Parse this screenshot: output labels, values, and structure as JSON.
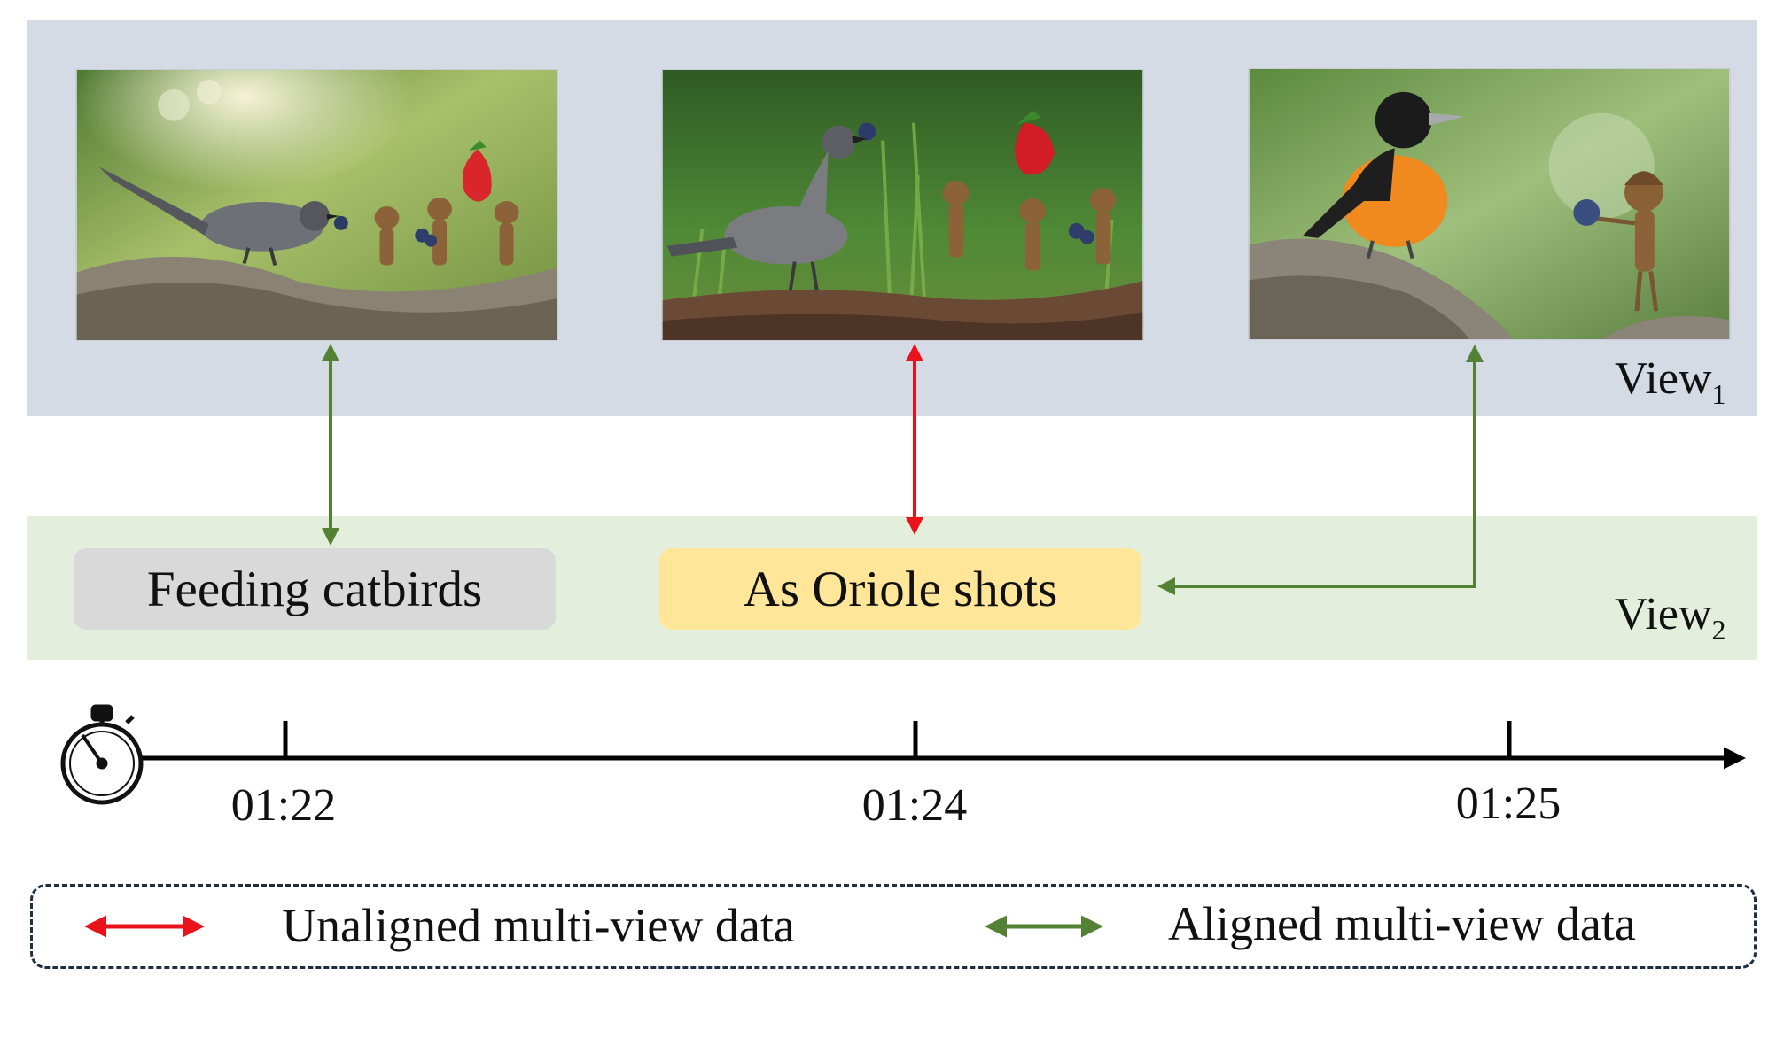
{
  "view1": {
    "label": "View",
    "label_sub": "1",
    "photos": [
      {
        "name": "photo-feeding-catbird-blueberry"
      },
      {
        "name": "photo-catbird-holding-blueberry"
      },
      {
        "name": "photo-oriole-with-acorn-figure"
      }
    ]
  },
  "view2": {
    "label": "View",
    "label_sub": "2",
    "captions": [
      {
        "text": "Feeding catbirds",
        "color": "#d9d9d9"
      },
      {
        "text": "As Oriole shots",
        "color": "#ffe699"
      }
    ]
  },
  "timeline": {
    "icon": "stopwatch-icon",
    "ticks": [
      "01:22",
      "01:24",
      "01:25"
    ]
  },
  "links": [
    {
      "from": "01:22",
      "to": "Feeding catbirds",
      "type": "aligned"
    },
    {
      "from": "01:24",
      "to": "As Oriole shots",
      "type": "unaligned"
    },
    {
      "from": "01:25",
      "to": "As Oriole shots",
      "type": "aligned"
    }
  ],
  "legend": {
    "unaligned": {
      "label": "Unaligned multi-view data",
      "color": "#e8131b"
    },
    "aligned": {
      "label": "Aligned multi-view data",
      "color": "#548235"
    }
  },
  "colors": {
    "view1_bg": "#d5dbe5",
    "view2_bg": "#e3eedc",
    "axis": "#000000"
  }
}
